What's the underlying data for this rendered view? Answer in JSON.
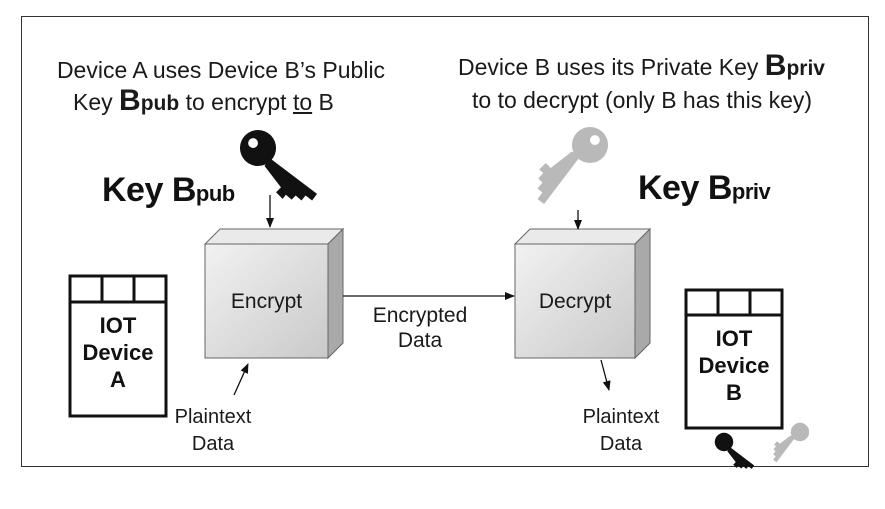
{
  "left_header": {
    "line1": "Device A uses Device B’s Public",
    "line2_prefix": "Key ",
    "key_letter": "B",
    "key_sub": "pub",
    "line2_mid": " to encrypt ",
    "line2_under": "to",
    "line2_suffix": " B"
  },
  "right_header": {
    "line1_prefix": "Device B uses its Private Key ",
    "key_letter": "B",
    "key_sub": "priv",
    "line2": "to to decrypt (only B has this key)"
  },
  "key_pub_label": {
    "prefix": "Key ",
    "letter": "B",
    "sub": "pub"
  },
  "key_priv_label": {
    "prefix": "Key ",
    "letter": "B",
    "sub": "priv"
  },
  "encrypt_label": "Encrypt",
  "decrypt_label": "Decrypt",
  "encrypted_data": {
    "line1": "Encrypted",
    "line2": "Data"
  },
  "plaintext_left": {
    "line1": "Plaintext",
    "line2": "Data"
  },
  "plaintext_right": {
    "line1": "Plaintext",
    "line2": "Data"
  },
  "device_a": {
    "line1": "IOT",
    "line2": "Device",
    "line3": "A"
  },
  "device_b": {
    "line1": "IOT",
    "line2": "Device",
    "line3": "B"
  },
  "colors": {
    "public_key": "#111111",
    "private_key": "#b9b9b9",
    "box_face": "#d9d9d9"
  }
}
